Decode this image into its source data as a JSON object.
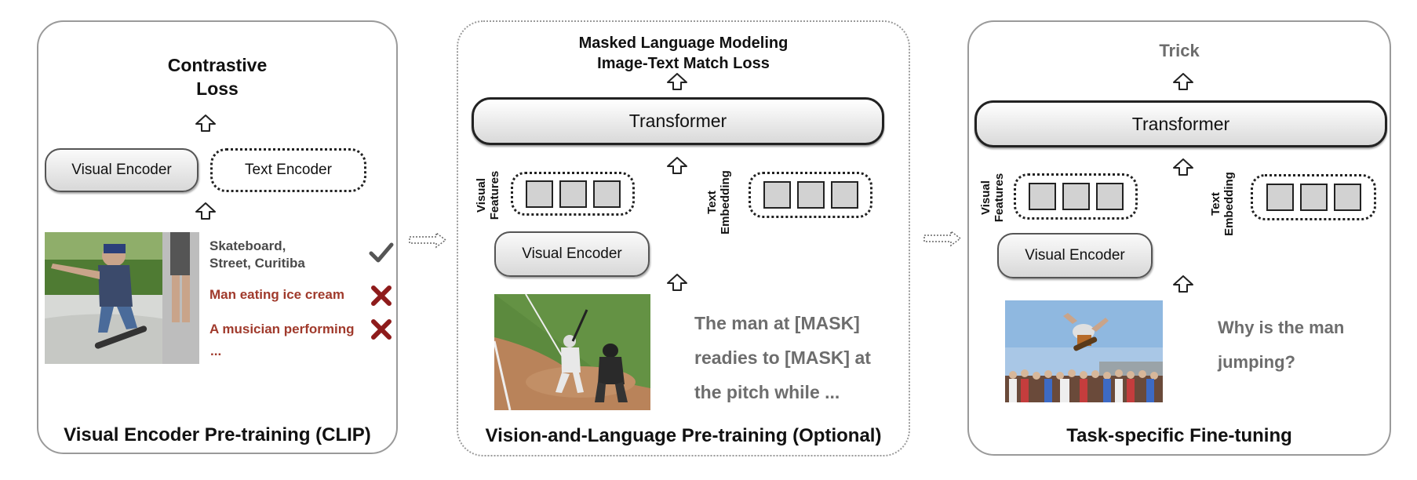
{
  "panels": {
    "clip": {
      "title": "Visual Encoder Pre-training (CLIP)",
      "loss_line1": "Contrastive",
      "loss_line2": "Loss",
      "visual_encoder": "Visual Encoder",
      "text_encoder": "Text Encoder",
      "captions": [
        {
          "line1": "Skateboard,",
          "line2": "Street, Curitiba",
          "mark": "check",
          "color": "#4a4a4a"
        },
        {
          "text": "Man eating ice cream",
          "mark": "cross",
          "color": "#a03a2c"
        },
        {
          "text": "A musician performing",
          "mark": "cross",
          "color": "#a03a2c"
        }
      ],
      "ellipsis": "..."
    },
    "vlp": {
      "title": "Vision-and-Language Pre-training (Optional)",
      "loss_line1": "Masked Language Modeling",
      "loss_line2": "Image-Text Match Loss",
      "transformer": "Transformer",
      "visual_features_line1": "Visual",
      "visual_features_line2": "Features",
      "text_embedding_line1": "Text",
      "text_embedding_line2": "Embedding",
      "visual_encoder": "Visual Encoder",
      "text_lines": [
        "The man at [MASK]",
        "readies to [MASK] at",
        "the pitch while ..."
      ]
    },
    "ft": {
      "title": "Task-specific Fine-tuning",
      "output": "Trick",
      "transformer": "Transformer",
      "visual_features_line1": "Visual",
      "visual_features_line2": "Features",
      "text_embedding_line1": "Text",
      "text_embedding_line2": "Embedding",
      "visual_encoder": "Visual Encoder",
      "question_lines": [
        "Why is the man",
        "jumping?"
      ]
    }
  },
  "colors": {
    "correct": "#4a4a4a",
    "wrong": "#a03a2c",
    "cross_mark": "#8e1b1b",
    "check_mark": "#555555",
    "panel_border": "#9a9a9a"
  },
  "icons": [
    "up-arrow-icon",
    "right-arrow-icon",
    "check-icon",
    "cross-icon"
  ]
}
